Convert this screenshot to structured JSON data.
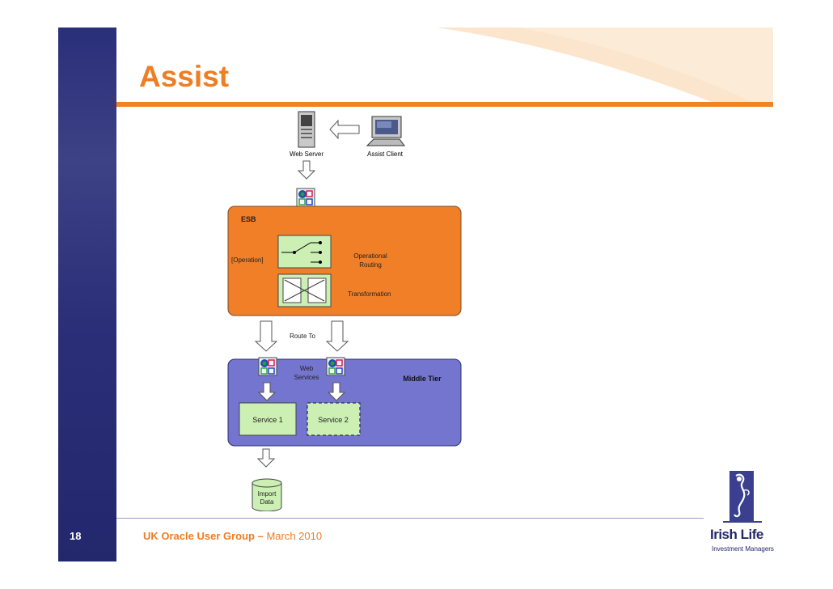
{
  "slide": {
    "title": "Assist",
    "number": "18",
    "footer_bold": "UK Oracle User Group –",
    "footer_date": " March 2010"
  },
  "logo": {
    "name": "Irish Life",
    "subtitle": "Investment Managers"
  },
  "diagram": {
    "web_server": "Web Server",
    "assist_client": "Assist Client",
    "esb": "ESB",
    "operation": "[Operation]",
    "operational": "Operational",
    "routing": "Routing",
    "transformation": "Transformation",
    "route_to": "Route To",
    "web": "Web",
    "services": "Services",
    "middle_tier": "Middle Tier",
    "service1": "Service 1",
    "service2": "Service 2",
    "import": "Import",
    "data": "Data"
  },
  "colors": {
    "orange": "#ef7d22",
    "esb_fill": "#f07f28",
    "tier_fill": "#7375cf",
    "navy": "#23276c",
    "service_green": "#ccefb4"
  }
}
